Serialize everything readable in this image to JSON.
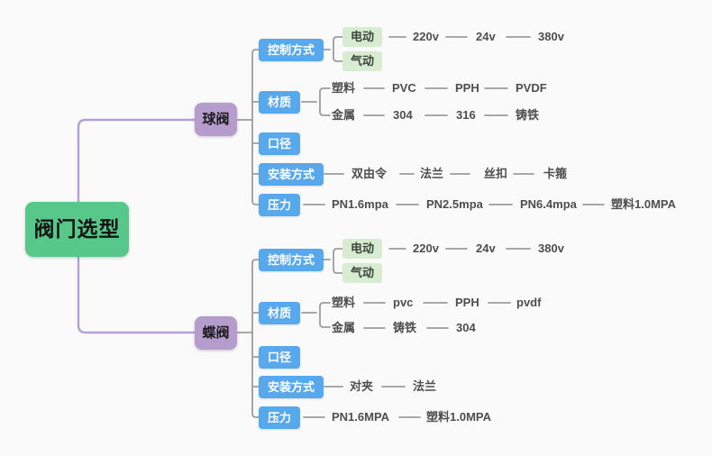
{
  "root": {
    "label": "阀门选型"
  },
  "branches": {
    "ball": {
      "label": "球阀",
      "control": {
        "label": "控制方式",
        "options": [
          "电动",
          "气动"
        ],
        "voltages": [
          "220v",
          "24v",
          "380v"
        ]
      },
      "material": {
        "label": "材质",
        "plastic": "塑料",
        "plastic_types": [
          "PVC",
          "PPH",
          "PVDF"
        ],
        "metal": "金属",
        "metal_types": [
          "304",
          "316",
          "铸铁"
        ]
      },
      "diameter": {
        "label": "口径"
      },
      "install": {
        "label": "安装方式",
        "methods": [
          "双由令",
          "法兰",
          "丝扣",
          "卡箍"
        ]
      },
      "pressure": {
        "label": "压力",
        "ratings": [
          "PN1.6mpa",
          "PN2.5mpa",
          "PN6.4mpa",
          "塑料1.0MPA"
        ]
      }
    },
    "butterfly": {
      "label": "蝶阀",
      "control": {
        "label": "控制方式",
        "options": [
          "电动",
          "气动"
        ],
        "voltages": [
          "220v",
          "24v",
          "380v"
        ]
      },
      "material": {
        "label": "材质",
        "plastic": "塑料",
        "plastic_types": [
          "pvc",
          "PPH",
          "pvdf"
        ],
        "metal": "金属",
        "metal_types": [
          "铸铁",
          "304"
        ]
      },
      "diameter": {
        "label": "口径"
      },
      "install": {
        "label": "安装方式",
        "methods": [
          "对夹",
          "法兰"
        ]
      },
      "pressure": {
        "label": "压力",
        "ratings": [
          "PN1.6MPA",
          "塑料1.0MPA"
        ]
      }
    }
  },
  "colors": {
    "root_bg": "#58c78a",
    "branch_bg": "#b49ccd",
    "category_bg": "#58a8ee",
    "option_bg": "#d8ecd2",
    "connector_gray": "#9c9c9c",
    "connector_purple": "#b5a0d1",
    "leaf_text": "#4e4e4e",
    "background": "#fafafa"
  }
}
